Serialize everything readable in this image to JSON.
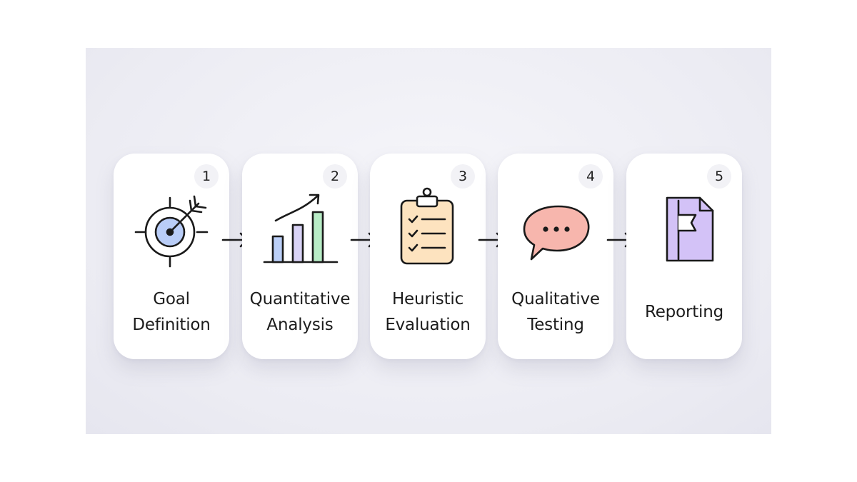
{
  "steps": [
    {
      "number": "1",
      "line1": "Goal",
      "line2": "Definition",
      "icon": "target-icon"
    },
    {
      "number": "2",
      "line1": "Quantitative",
      "line2": "Analysis",
      "icon": "bar-chart-icon"
    },
    {
      "number": "3",
      "line1": "Heuristic",
      "line2": "Evaluation",
      "icon": "clipboard-checklist-icon"
    },
    {
      "number": "4",
      "line1": "Qualitative",
      "line2": "Testing",
      "icon": "speech-bubble-icon"
    },
    {
      "number": "5",
      "line1": "Reporting",
      "line2": "",
      "icon": "document-flag-icon"
    }
  ],
  "colors": {
    "stroke": "#1a1a1a",
    "target_fill": "#b9cdf7",
    "bar_blue": "#bcd0f8",
    "bar_lavender": "#d9d3f6",
    "bar_green": "#b8ecc6",
    "clipboard_fill": "#fde3bf",
    "bubble_fill": "#f7b6ad",
    "document_fill": "#d3c2f7"
  }
}
